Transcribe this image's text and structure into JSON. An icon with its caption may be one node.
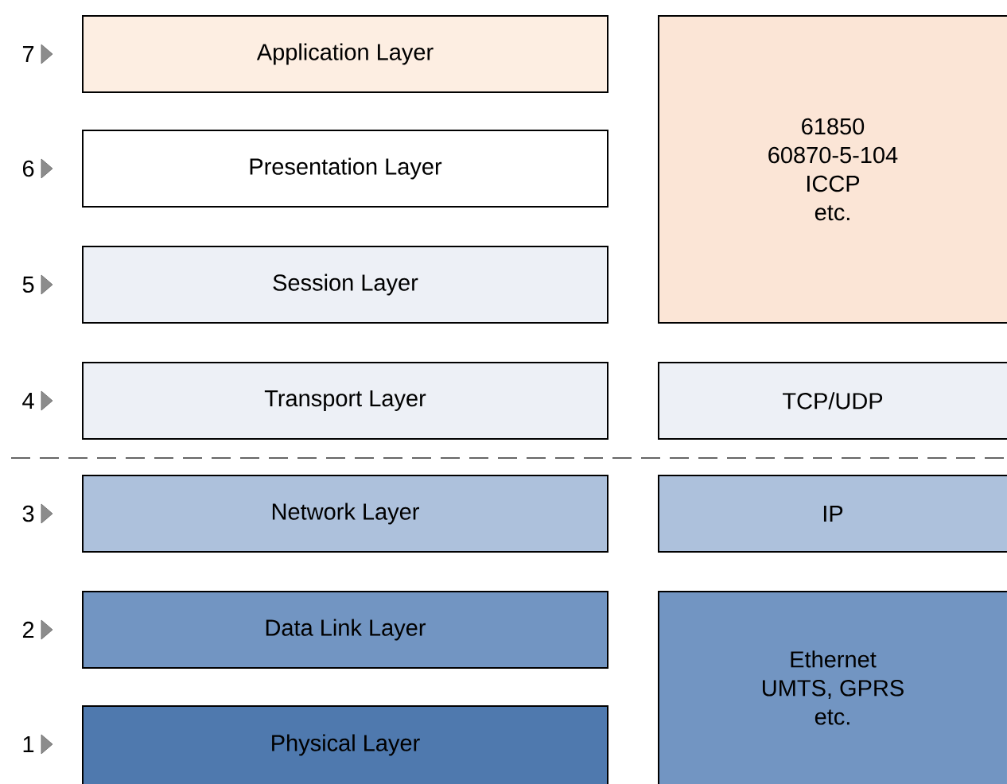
{
  "diagram": {
    "nodes": [
      {
        "text": [
          "Application Layer"
        ]
      },
      {
        "text": [
          "Presentation Layer"
        ]
      },
      {
        "text": [
          "Session Layer"
        ]
      },
      {
        "text": [
          "Transport Layer"
        ]
      },
      {
        "text": [
          "Network Layer"
        ]
      },
      {
        "text": [
          "Data Link Layer"
        ]
      },
      {
        "text": [
          "Physical Layer"
        ]
      },
      {
        "text": [
          "61850",
          "60870-5-104",
          "ICCP",
          "etc."
        ]
      },
      {
        "text": [
          "TCP/UDP"
        ]
      },
      {
        "text": [
          "IP"
        ]
      },
      {
        "text": [
          "Ethernet",
          "UMTS, GPRS",
          "etc."
        ]
      }
    ],
    "labels": [
      "7",
      "6",
      "5",
      "4",
      "3",
      "2",
      "1"
    ]
  }
}
